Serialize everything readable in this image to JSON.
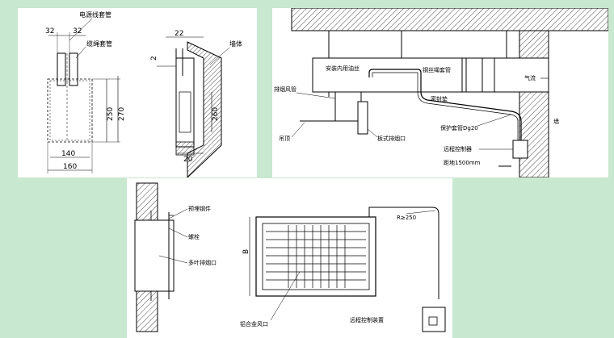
{
  "colors": {
    "background": "#c8e8cf",
    "panel": "#ffffff",
    "line": "#000000"
  },
  "panel1": {
    "labels": {
      "power_tube": "电源线套管",
      "cable_tube": "缆绳套管",
      "wall": "墙体"
    },
    "dims": {
      "left_32": "32",
      "right_32": "32",
      "d22": "22",
      "d2": "2",
      "d20": "20",
      "d250": "250",
      "d270": "270",
      "d260": "260",
      "d140": "140",
      "d160": "160"
    }
  },
  "panel2": {
    "labels": {
      "cable_fixing": "安装内用油丝",
      "steel_tube": "钢丝绳套管",
      "smoke_duct": "排烟风管",
      "airflow": "气流",
      "seal": "密封垫",
      "protective_tube": "保护套管Dg20",
      "wall": "墙",
      "ceiling": "吊顶",
      "plate_outlet": "板式排烟口",
      "remote_controller": "远程控制器",
      "height_note": "距地1500mm"
    }
  },
  "panel3": {
    "labels": {
      "embedded_part": "预埋钢件",
      "bolt": "螺栓",
      "multi_blade_outlet": "多叶排烟口",
      "alloy_outlet": "铝合金风口",
      "radius_note": "R≥250",
      "b_dim": "B",
      "remote_device": "远程控制装置"
    }
  }
}
